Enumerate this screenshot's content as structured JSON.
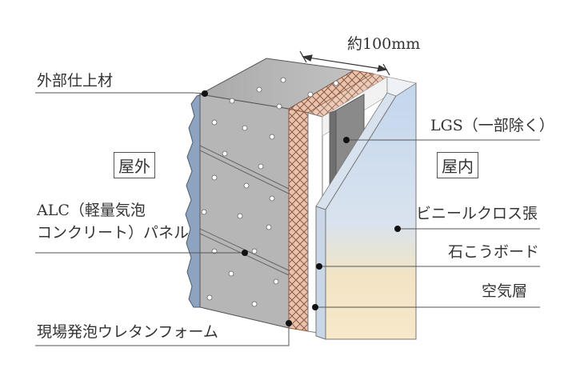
{
  "dimension": {
    "label": "約100mm"
  },
  "zones": {
    "outside": "屋外",
    "inside": "屋内"
  },
  "labels": {
    "exterior_finish": "外部仕上材",
    "lgs": "LGS（一部除く）",
    "alc_line1": "ALC（軽量気泡",
    "alc_line2": "コンクリート）パネル",
    "vinyl_cloth": "ビニールクロス張",
    "gypsum_board": "石こうボード",
    "air_layer": "空気層",
    "urethane_foam": "現場発泡ウレタンフォーム"
  },
  "colors": {
    "alc_panel": "#b9b9b9",
    "exterior_finish": "#8ea3bf",
    "urethane_foam": "#e9c3ad",
    "gypsum_board_blue": "#c6d8ee",
    "gypsum_board_cream": "#f4e6c6",
    "lgs": "#808080",
    "leader_line": "#555555"
  }
}
